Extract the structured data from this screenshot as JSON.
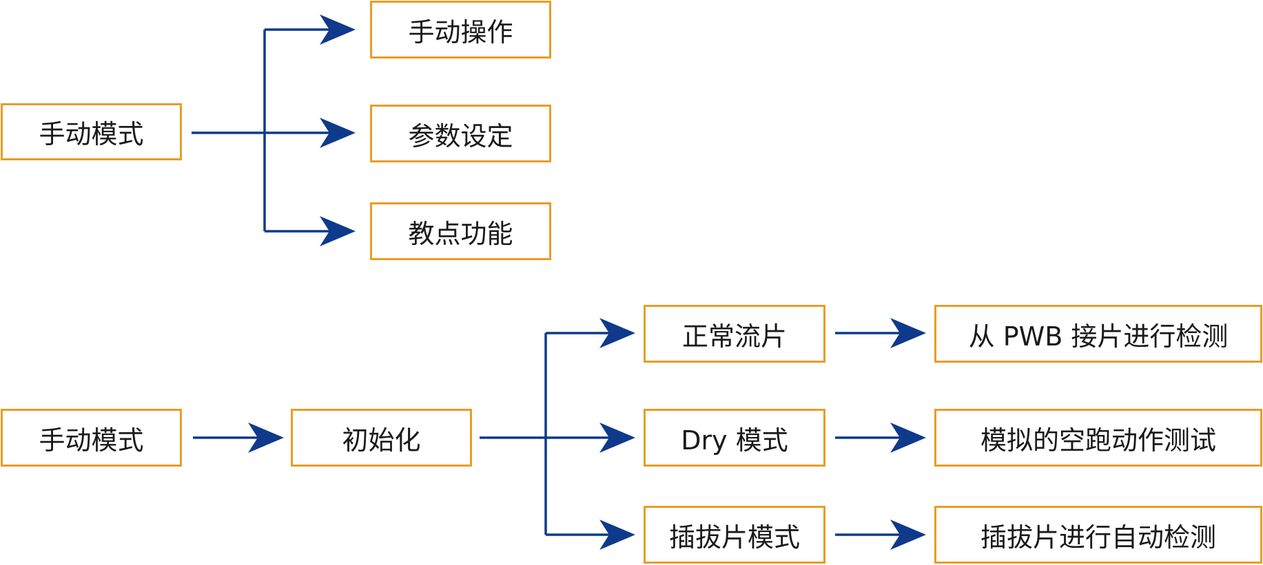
{
  "colors": {
    "box_border": "#e89d25",
    "connector": "#0f3a8c",
    "text": "#1a1a1a"
  },
  "diagram1": {
    "root": "手动模式",
    "children": [
      "手动操作",
      "参数设定",
      "教点功能"
    ]
  },
  "diagram2": {
    "root": "手动模式",
    "init": "初始化",
    "modes": [
      "正常流片",
      "Dry 模式",
      "插拔片模式"
    ],
    "results": [
      "从 PWB 接片进行检测",
      "模拟的空跑动作测试",
      "插拔片进行自动检测"
    ]
  }
}
